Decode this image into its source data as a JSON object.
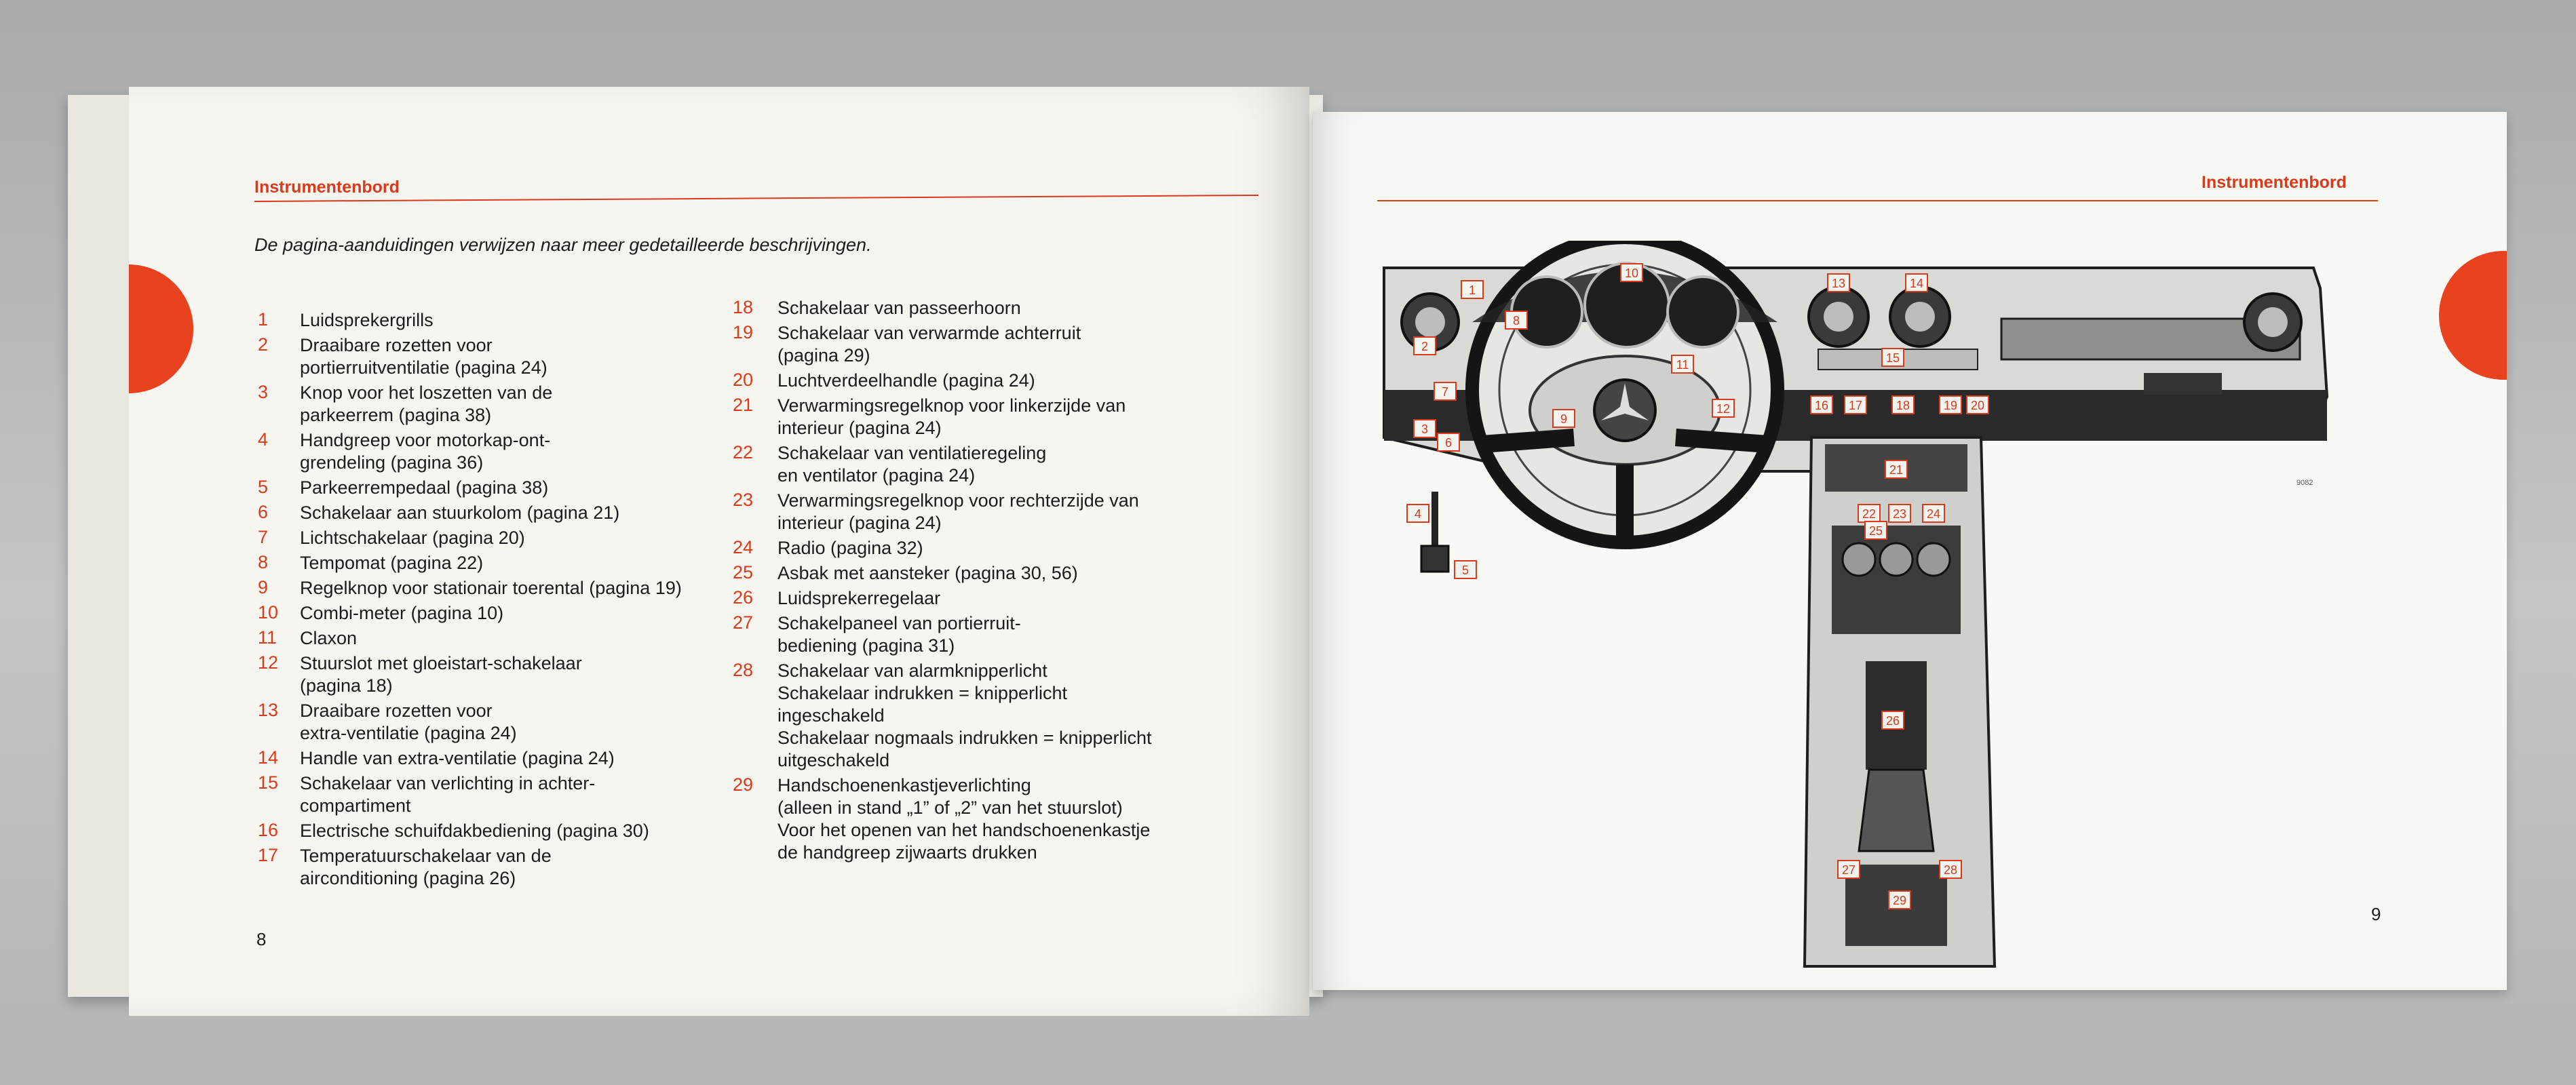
{
  "left_page": {
    "header": "Instrumentenbord",
    "intro": "De pagina-aanduidingen verwijzen naar meer gedetailleerde beschrijvingen.",
    "page_number": "8",
    "items_col1": [
      {
        "num": "1",
        "lines": [
          "Luidsprekergrills"
        ]
      },
      {
        "num": "2",
        "lines": [
          "Draaibare rozetten voor",
          "portierruitventilatie (pagina 24)"
        ]
      },
      {
        "num": "3",
        "lines": [
          "Knop voor het loszetten van de",
          "parkeerrem (pagina 38)"
        ]
      },
      {
        "num": "4",
        "lines": [
          "Handgreep voor motorkap-ont-",
          "grendeling (pagina 36)"
        ]
      },
      {
        "num": "5",
        "lines": [
          "Parkeerrempedaal (pagina 38)"
        ]
      },
      {
        "num": "6",
        "lines": [
          "Schakelaar aan stuurkolom (pagina 21)"
        ]
      },
      {
        "num": "7",
        "lines": [
          "Lichtschakelaar (pagina 20)"
        ]
      },
      {
        "num": "8",
        "lines": [
          "Tempomat (pagina 22)"
        ]
      },
      {
        "num": "9",
        "lines": [
          "Regelknop voor stationair toerental (pagina 19)"
        ]
      },
      {
        "num": "10",
        "lines": [
          "Combi-meter (pagina 10)"
        ]
      },
      {
        "num": "11",
        "lines": [
          "Claxon"
        ]
      },
      {
        "num": "12",
        "lines": [
          "Stuurslot met gloeistart-schakelaar",
          "(pagina 18)"
        ]
      },
      {
        "num": "13",
        "lines": [
          "Draaibare rozetten voor",
          "extra-ventilatie (pagina 24)"
        ]
      },
      {
        "num": "14",
        "lines": [
          "Handle van extra-ventilatie (pagina 24)"
        ]
      },
      {
        "num": "15",
        "lines": [
          "Schakelaar van verlichting in achter-",
          "compartiment"
        ]
      },
      {
        "num": "16",
        "lines": [
          "Electrische schuifdakbediening (pagina 30)"
        ]
      },
      {
        "num": "17",
        "lines": [
          "Temperatuurschakelaar van de",
          "airconditioning (pagina 26)"
        ]
      }
    ],
    "items_col2": [
      {
        "num": "18",
        "lines": [
          "Schakelaar van passeerhoorn"
        ]
      },
      {
        "num": "19",
        "lines": [
          "Schakelaar van verwarmde achterruit",
          "(pagina 29)"
        ]
      },
      {
        "num": "20",
        "lines": [
          "Luchtverdeelhandle (pagina 24)"
        ]
      },
      {
        "num": "21",
        "lines": [
          "Verwarmingsregelknop voor linkerzijde van",
          "interieur (pagina 24)"
        ]
      },
      {
        "num": "22",
        "lines": [
          "Schakelaar van ventilatieregeling",
          "en ventilator (pagina 24)"
        ]
      },
      {
        "num": "23",
        "lines": [
          "Verwarmingsregelknop voor rechterzijde van",
          "interieur (pagina 24)"
        ]
      },
      {
        "num": "24",
        "lines": [
          "Radio (pagina 32)"
        ]
      },
      {
        "num": "25",
        "lines": [
          "Asbak met aansteker (pagina 30, 56)"
        ]
      },
      {
        "num": "26",
        "lines": [
          "Luidsprekerregelaar"
        ]
      },
      {
        "num": "27",
        "lines": [
          "Schakelpaneel van portierruit-",
          "bediening (pagina 31)"
        ]
      },
      {
        "num": "28",
        "lines": [
          "Schakelaar van alarmknipperlicht",
          "Schakelaar indrukken = knipperlicht",
          "ingeschakeld",
          "Schakelaar nogmaals indrukken = knipperlicht",
          "uitgeschakeld"
        ]
      },
      {
        "num": "29",
        "lines": [
          "Handschoenenkastjeverlichting",
          "(alleen in stand „1” of „2” van het stuurslot)",
          "Voor het openen van het handschoenenkastje",
          "de handgreep zijwaarts drukken"
        ]
      }
    ]
  },
  "right_page": {
    "header": "Instrumentenbord",
    "page_number": "9",
    "figure_code": "9082",
    "callouts": [
      "1",
      "2",
      "3",
      "4",
      "5",
      "6",
      "7",
      "8",
      "9",
      "10",
      "11",
      "12",
      "13",
      "14",
      "15",
      "16",
      "17",
      "18",
      "19",
      "20",
      "21",
      "22",
      "23",
      "24",
      "25",
      "26",
      "27",
      "28",
      "29"
    ]
  },
  "colors": {
    "accent": "#d83a1c",
    "tab": "#e8431e",
    "text": "#1c1c1c"
  }
}
